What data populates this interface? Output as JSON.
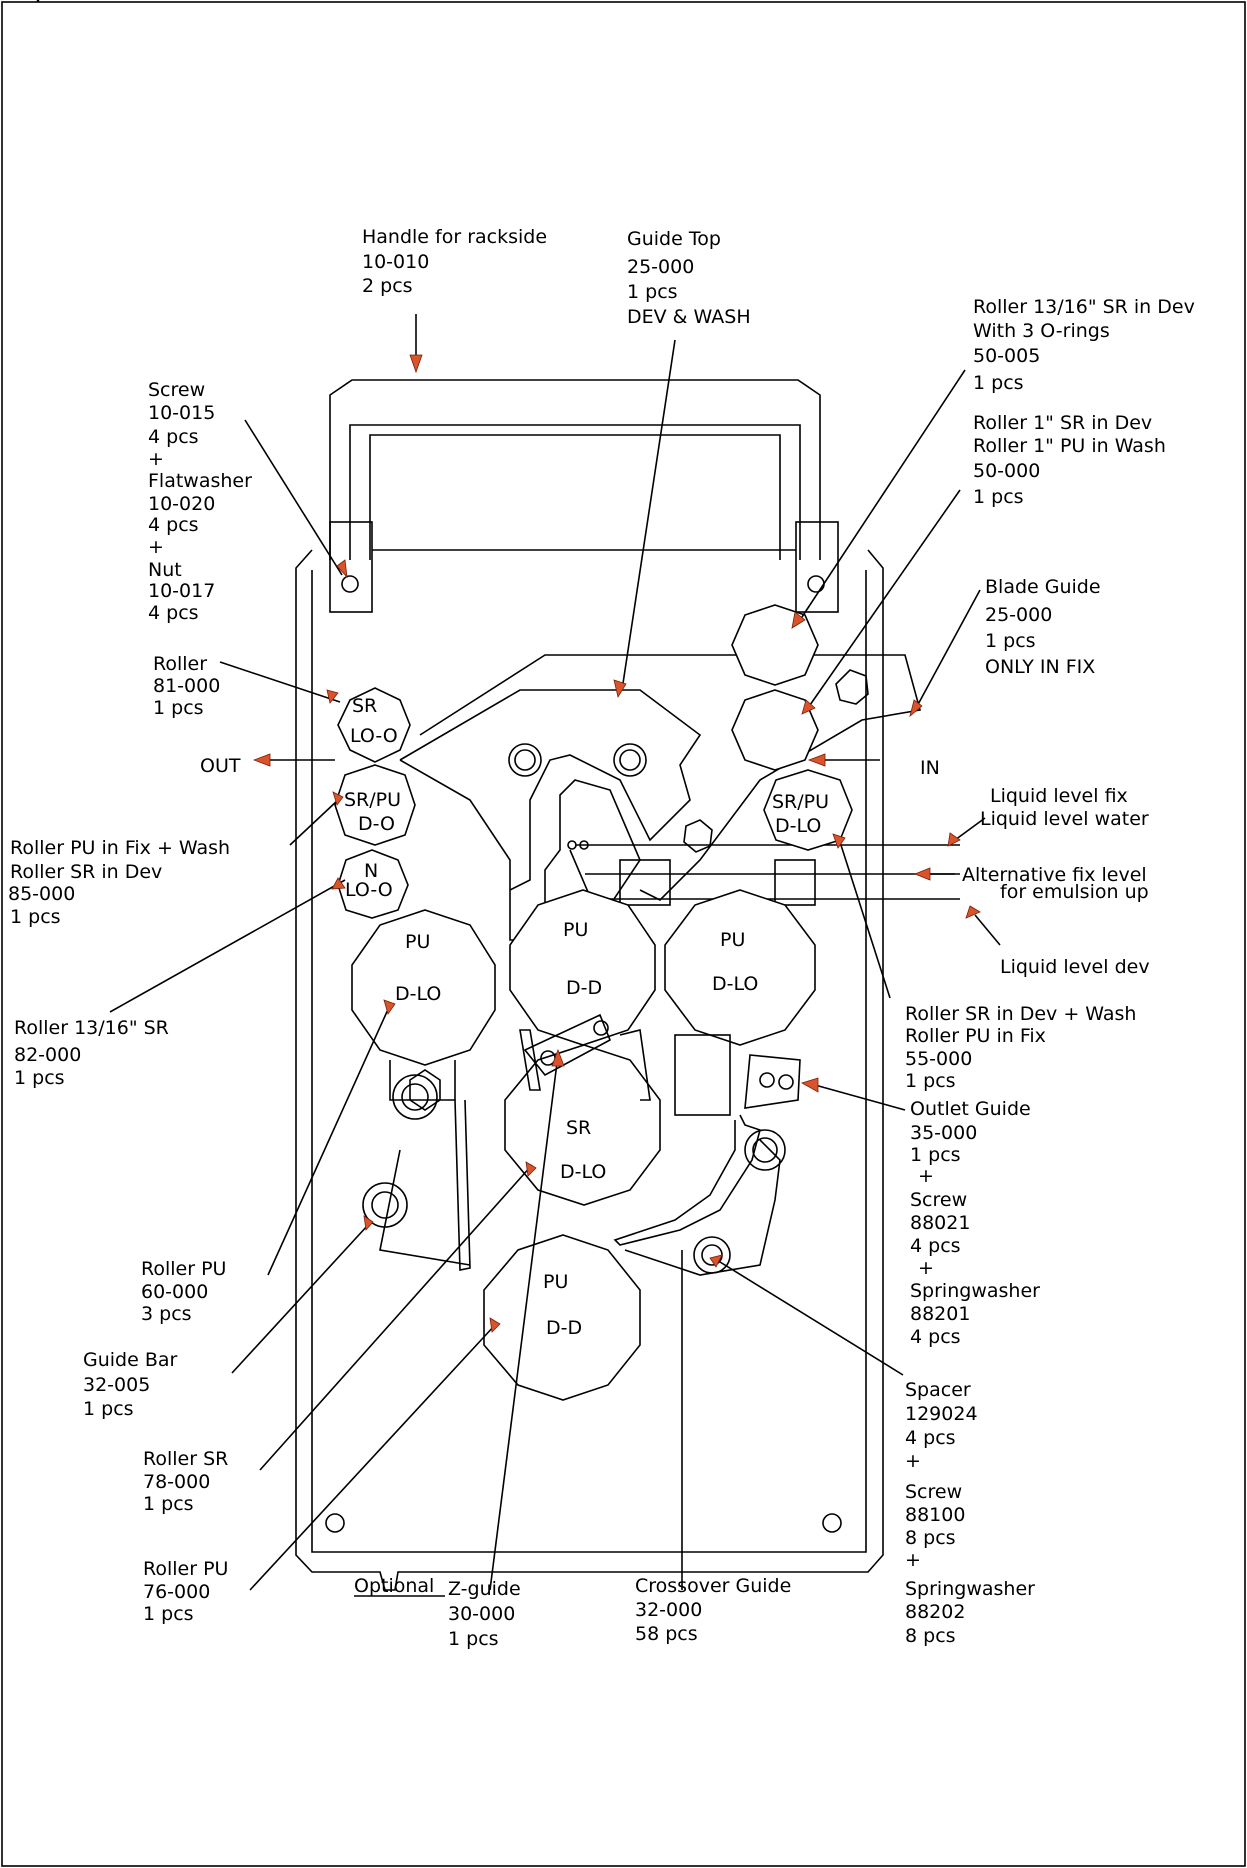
{
  "labels": {
    "handle": [
      "Handle for rackside",
      "10-010",
      "2 pcs"
    ],
    "guide_top": [
      "Guide Top",
      "25-000",
      "1 pcs",
      "DEV & WASH"
    ],
    "roller_13_16_dev": [
      "Roller 13/16\" SR in Dev",
      "With 3 O-rings",
      "50-005",
      "1 pcs"
    ],
    "roller_1_dev": [
      "Roller 1\" SR in Dev",
      "Roller 1\" PU in Wash",
      "50-000",
      "1 pcs"
    ],
    "screw": [
      "Screw",
      "10-015",
      "4 pcs",
      "+",
      "Flatwasher",
      "10-020",
      "4 pcs",
      "+",
      "Nut",
      "10-017",
      "4 pcs"
    ],
    "blade_guide": [
      "Blade Guide",
      "25-000",
      "1 pcs",
      "ONLY IN FIX"
    ],
    "roller_81": [
      "Roller",
      "81-000",
      "1 pcs"
    ],
    "out": "OUT",
    "in": "IN",
    "liquid_level": [
      "Liquid level fix",
      "Liquid level water"
    ],
    "alt_fix_level": [
      "Alternative fix level",
      "for emulsion up"
    ],
    "liquid_level_dev": "Liquid level dev",
    "roller_pu_fix": [
      "Roller PU in Fix + Wash",
      "Roller SR in Dev",
      "85-000",
      "1 pcs"
    ],
    "roller_13_16_sr": [
      "Roller 13/16\" SR",
      "82-000",
      "1 pcs"
    ],
    "roller_sr_dev_wash": [
      "Roller SR in Dev + Wash",
      "Roller PU in Fix",
      "55-000",
      "1 pcs"
    ],
    "outlet_guide": [
      "Outlet Guide",
      "35-000",
      "1 pcs",
      "+",
      "Screw",
      "88021",
      "4 pcs",
      "+",
      "Springwasher",
      "88201",
      "4 pcs"
    ],
    "roller_pu_60": [
      "Roller PU",
      "60-000",
      "3 pcs"
    ],
    "guide_bar": [
      "Guide Bar",
      "32-005",
      "1 pcs"
    ],
    "spacer": [
      "Spacer",
      "129024",
      "4 pcs",
      "+",
      "Screw",
      "88100",
      "8 pcs",
      "+",
      "Springwasher",
      "88202",
      "8 pcs"
    ],
    "roller_sr_78": [
      "Roller SR",
      "78-000",
      "1 pcs"
    ],
    "roller_pu_76": [
      "Roller PU",
      "76-000",
      "1 pcs"
    ],
    "optional": "Optional",
    "z_guide": [
      "Z-guide",
      "30-000",
      "1 pcs"
    ],
    "crossover": [
      "Crossover Guide",
      "32-000",
      "58 pcs"
    ]
  },
  "rollers": {
    "sr_top_left": [
      "SR",
      "LO-O"
    ],
    "srpu_left": [
      "SR/PU",
      "D-O"
    ],
    "n_left": [
      "N",
      "LO-O"
    ],
    "srpu_right": [
      "SR/PU",
      "D-LO"
    ],
    "pu_left": [
      "PU",
      "D-LO"
    ],
    "pu_mid": [
      "PU",
      "D-D"
    ],
    "pu_right": [
      "PU",
      "D-LO"
    ],
    "sr_center": [
      "SR",
      "D-LO"
    ],
    "pu_bottom": [
      "PU",
      "D-D"
    ]
  },
  "colors": {
    "arrow": "#d9542a",
    "line": "#000000"
  }
}
